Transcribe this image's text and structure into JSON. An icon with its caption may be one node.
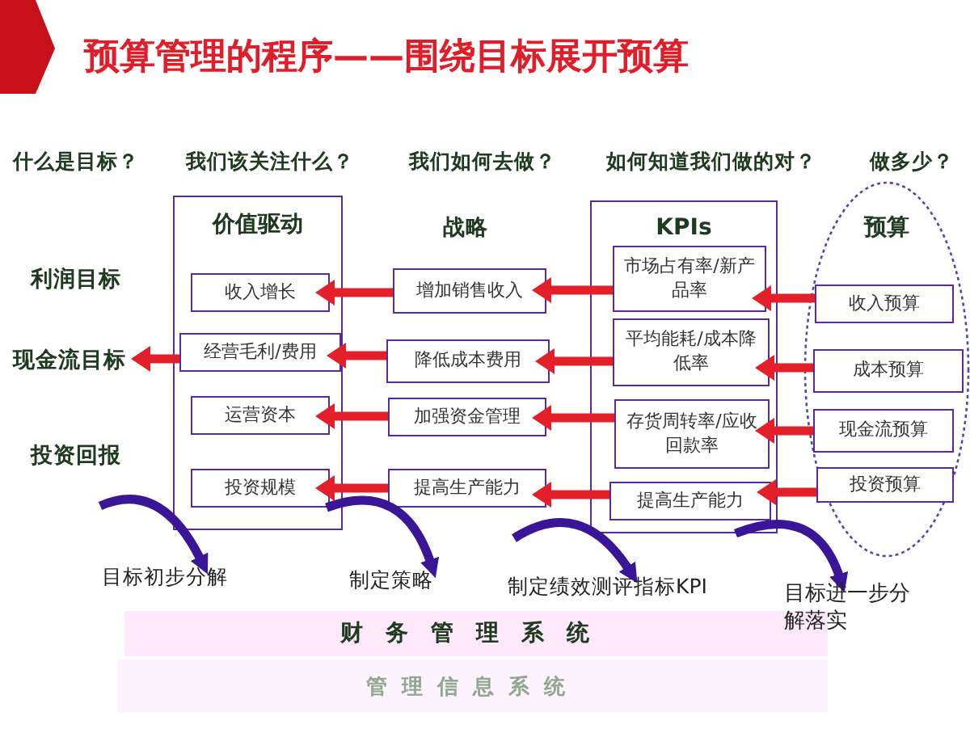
{
  "diagram": {
    "title": "预算管理的程序——围绕目标展开预算",
    "nodes": [
      {
        "text": [
          "价值驱动"
        ]
      },
      {
        "text": [
          "收入增长"
        ],
        "in": 0
      },
      {
        "text": [
          "经营毛利/费用"
        ],
        "in": 0
      },
      {
        "text": [
          "运营资本"
        ],
        "in": 0
      },
      {
        "text": [
          "投资规模"
        ],
        "in": 0
      },
      {
        "text": [
          "增加销售收入"
        ]
      },
      {
        "text": [
          "降低成本费用"
        ]
      },
      {
        "text": [
          "加强资金管理"
        ]
      },
      {
        "text": [
          "提高生产能力"
        ]
      },
      {
        "text": [
          "KPIs"
        ]
      },
      {
        "text": [
          "市场占有率/新产品率"
        ],
        "in": 9
      },
      {
        "text": [
          "平均能耗/成本降低率"
        ],
        "in": 9
      },
      {
        "text": [
          "存货周转率/应收回款率"
        ],
        "in": 9
      },
      {
        "text": [
          "提高生产能力"
        ],
        "in": 9
      },
      {
        "text": [
          "预算"
        ]
      },
      {
        "text": [
          "收入预算"
        ],
        "in": 14
      },
      {
        "text": [
          "成本预算"
        ],
        "in": 14
      },
      {
        "text": [
          "现金流预算"
        ],
        "in": 14
      },
      {
        "text": [
          "投资预算"
        ],
        "in": 14
      },
      {
        "text": [
          "现金流目标"
        ]
      },
      {
        "text": [
          "目标初步分解"
        ]
      },
      {
        "text": [
          "制定策略"
        ]
      },
      {
        "text": [
          "制定绩效测评指标KPI"
        ]
      },
      {
        "text": [
          "目标进一步分解落实"
        ]
      },
      {
        "text": [
          "财务管理系统"
        ]
      },
      {
        "text": [
          "管理信息系统"
        ]
      }
    ],
    "edges": [
      {
        "from": 5,
        "to": 1,
        "arrow": "to"
      },
      {
        "from": 6,
        "to": 2,
        "arrow": "to"
      },
      {
        "from": 7,
        "to": 3,
        "arrow": "to"
      },
      {
        "from": 8,
        "to": 4,
        "arrow": "to"
      },
      {
        "from": 10,
        "to": 5,
        "arrow": "to"
      },
      {
        "from": 11,
        "to": 6,
        "arrow": "to"
      },
      {
        "from": 12,
        "to": 7,
        "arrow": "to"
      },
      {
        "from": 13,
        "to": 8,
        "arrow": "to"
      },
      {
        "from": 15,
        "to": 10,
        "arrow": "to"
      },
      {
        "from": 16,
        "to": 11,
        "arrow": "to"
      },
      {
        "from": 17,
        "to": 12,
        "arrow": "to"
      },
      {
        "from": 18,
        "to": 13,
        "arrow": "to"
      },
      {
        "from": 2,
        "to": 19,
        "arrow": "to"
      },
      {
        "from": null,
        "to": 20,
        "arrow": "to",
        "color": "#3a1597"
      },
      {
        "from": 4,
        "to": 21,
        "arrow": "to",
        "color": "#3a1597"
      },
      {
        "from": null,
        "to": 22,
        "arrow": "to",
        "color": "#3a1597"
      },
      {
        "from": 9,
        "to": 23,
        "arrow": "to",
        "color": "#3a1597"
      }
    ],
    "labels": [
      "什么是目标？",
      "我们该关注什么？",
      "我们如何去做？",
      "如何知道我们做的对？",
      "做多少？",
      "战略",
      "利润目标",
      "投资回报"
    ]
  }
}
